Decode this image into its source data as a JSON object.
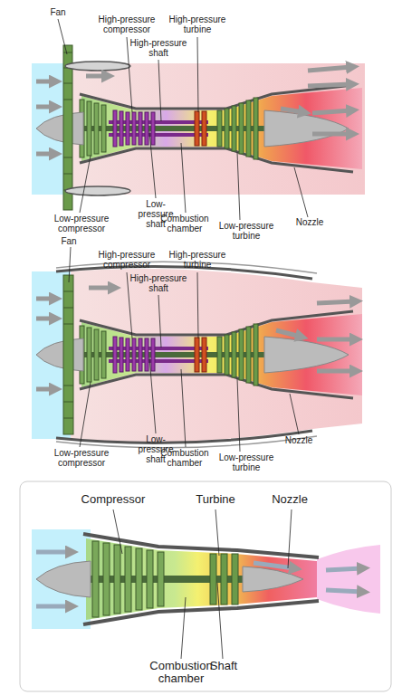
{
  "diagram": {
    "labels": [
      "Fan",
      "High-pressure compressor",
      "High-pressure shaft",
      "High-pressure turbine",
      "Low-pressure compressor",
      "Low-pressure shaft",
      "Combustion chamber",
      "Low-pressure turbine",
      "Nozzle",
      "Fan",
      "High-pressure compressor",
      "High-pressure shaft",
      "High-pressure turbine",
      "Low-pressure compressor",
      "Low-pressure shaft",
      "Combustion chamber",
      "Low-pressure turbine",
      "Nozzle",
      "Compressor",
      "Turbine",
      "Nozzle",
      "Combustion chamber",
      "Shaft"
    ]
  }
}
